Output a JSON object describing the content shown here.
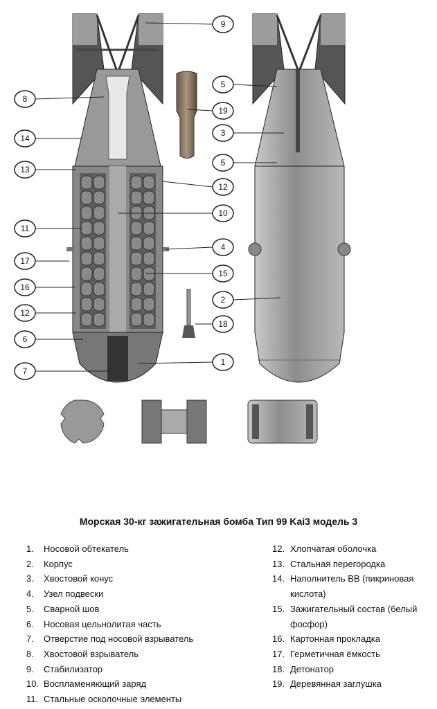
{
  "diagram": {
    "callouts_left_bomb": [
      "8",
      "14",
      "13",
      "11",
      "17",
      "16",
      "12",
      "6",
      "7"
    ],
    "callouts_right": [
      "9",
      "5",
      "19",
      "3",
      "5",
      "12",
      "10",
      "4",
      "15",
      "2",
      "18",
      "1"
    ]
  },
  "title": "Морская 30-кг зажигательная бомба Тип 99 Kai3 модель 3",
  "legend_left": [
    {
      "num": "1.",
      "text": "Носовой обтекатель"
    },
    {
      "num": "2.",
      "text": "Корпус"
    },
    {
      "num": "3.",
      "text": "Хвостовой конус"
    },
    {
      "num": "4.",
      "text": "Узел подвески"
    },
    {
      "num": "5.",
      "text": "Сварной шов"
    },
    {
      "num": "6.",
      "text": "Носовая цельнолитая часть"
    },
    {
      "num": "7.",
      "text": "Отверстие под носовой взрыватель"
    },
    {
      "num": "8.",
      "text": "Хвостовой взрыватель"
    },
    {
      "num": "9.",
      "text": "Стабилизатор"
    },
    {
      "num": "10.",
      "text": "Воспламеняющий заряд"
    },
    {
      "num": "11.",
      "text": "Стальные осколочные элементы"
    }
  ],
  "legend_right": [
    {
      "num": "12.",
      "text": "Хлопчатая оболочка"
    },
    {
      "num": "13.",
      "text": "Стальная перегородка"
    },
    {
      "num": "14.",
      "text": "Наполнитель ВВ (пикриновая кислота)"
    },
    {
      "num": "15.",
      "text": "Зажигательный состав (белый фосфор)"
    },
    {
      "num": "16.",
      "text": "Картонная прокладка"
    },
    {
      "num": "17.",
      "text": "Герметичная ёмкость"
    },
    {
      "num": "18.",
      "text": "Детонатор"
    },
    {
      "num": "19.",
      "text": "Деревянная заглушка"
    }
  ]
}
